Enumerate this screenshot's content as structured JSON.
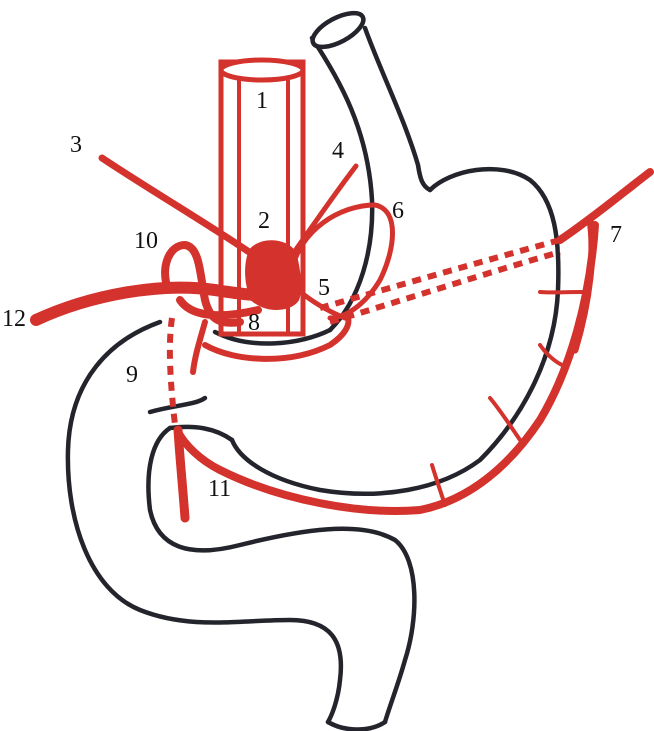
{
  "colors": {
    "artery": "#d4322c",
    "artery_dark": "#c02a25",
    "outline": "#24252c",
    "background": "#ffffff"
  },
  "labels": {
    "l1": "1",
    "l2": "2",
    "l3": "3",
    "l4": "4",
    "l5": "5",
    "l6": "6",
    "l7": "7",
    "l8": "8",
    "l9": "9",
    "l10": "10",
    "l11": "11",
    "l12": "12"
  }
}
